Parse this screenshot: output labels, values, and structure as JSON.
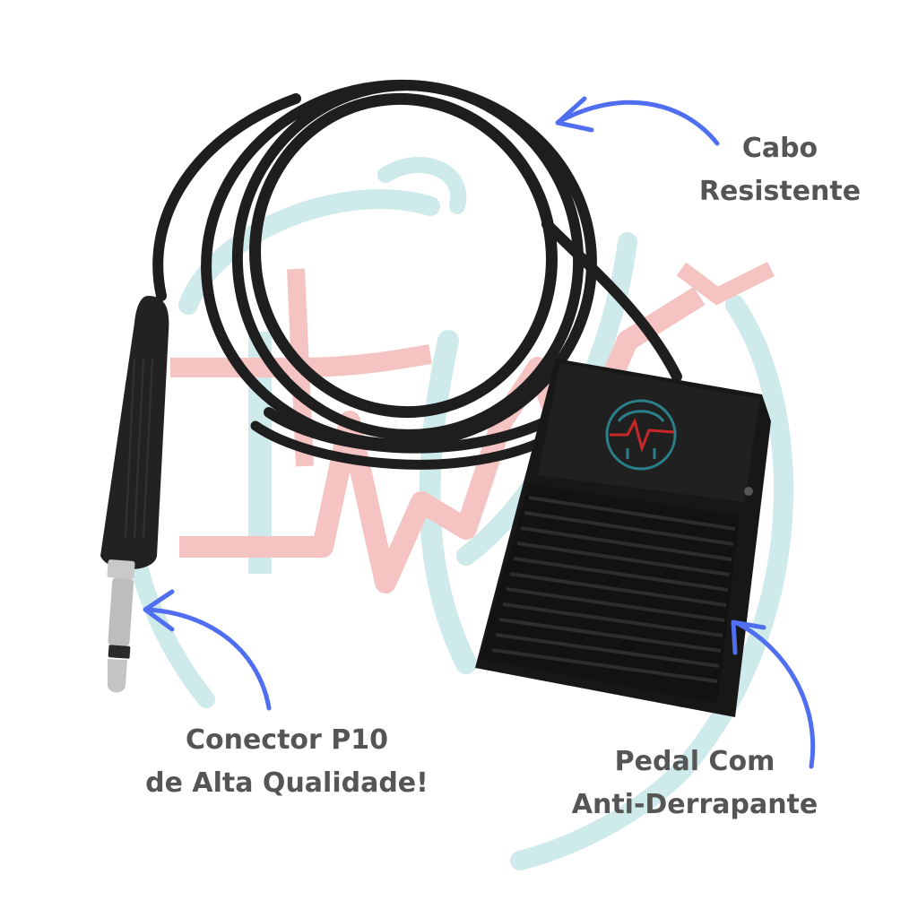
{
  "labels": {
    "cable": {
      "line1": "Cabo",
      "line2": "Resistente"
    },
    "connector": {
      "line1": "Conector P10",
      "line2": "de Alta Qualidade!"
    },
    "pedal": {
      "line1": "Pedal Com",
      "line2": "Anti-Derrapante"
    }
  },
  "colors": {
    "arrow": "#4f6ef0",
    "label_text": "#555555",
    "watermark_teal": "#bfe3e3",
    "watermark_red": "#f3b0b0",
    "device_black": "#1b1b1b"
  },
  "icons": [
    "pedal-logo-icon",
    "arrow-icon"
  ]
}
